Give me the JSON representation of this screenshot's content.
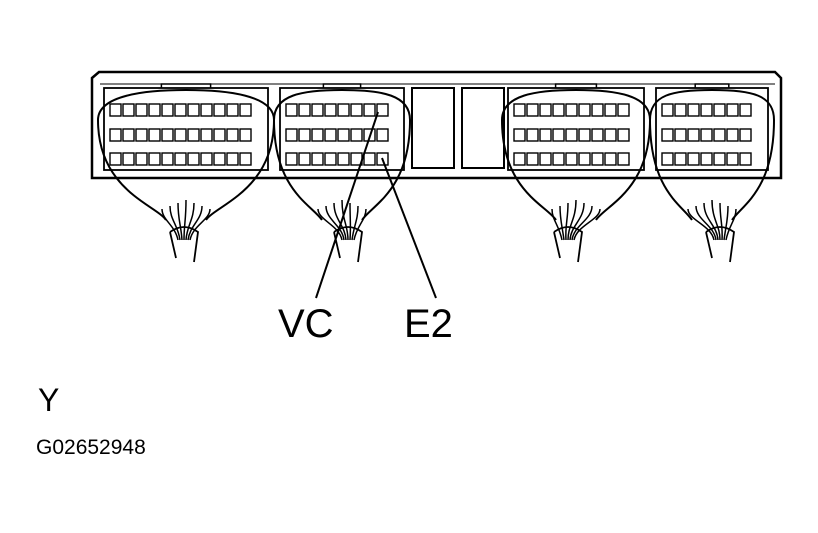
{
  "diagram": {
    "callouts": {
      "vc": "VC",
      "e2": "E2"
    },
    "view_label": "Y",
    "figure_id": "G02652948",
    "connector_count": 4
  }
}
